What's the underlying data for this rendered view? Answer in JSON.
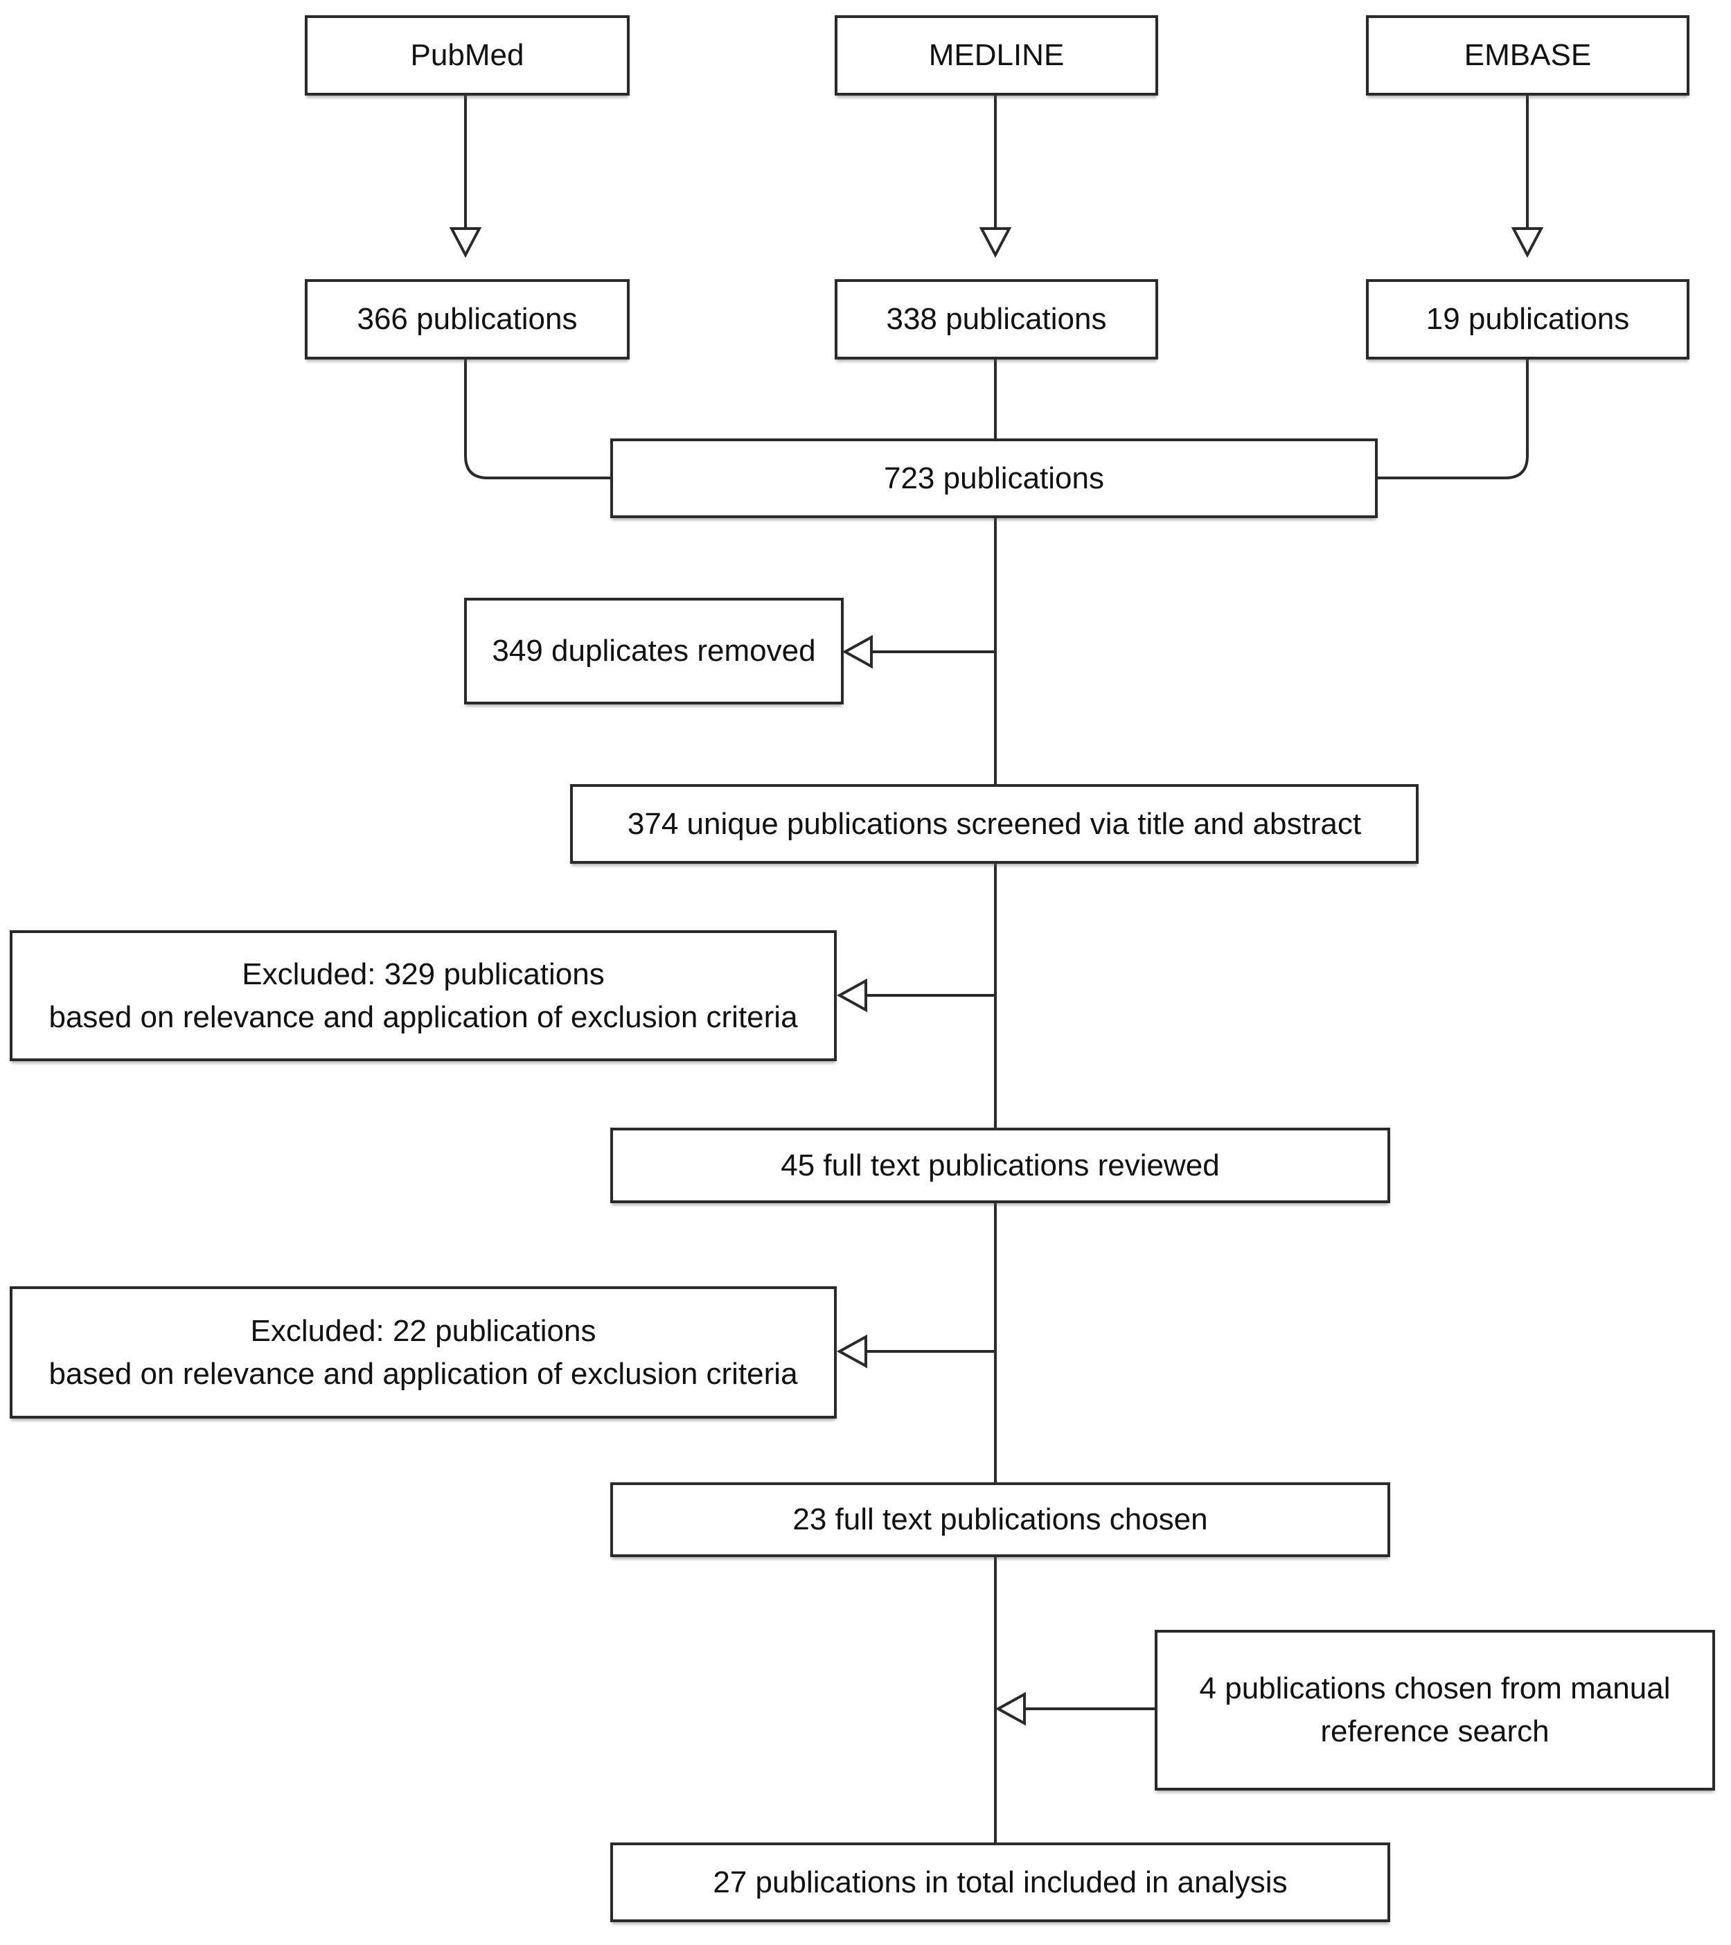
{
  "diagram": {
    "type": "flowchart",
    "colors": {
      "background": "#ffffff",
      "line": "#2a2a2a",
      "box_fill": "#ffffff",
      "text": "#111111"
    },
    "nodes": {
      "pubmed": {
        "label": "PubMed"
      },
      "medline": {
        "label": "MEDLINE"
      },
      "embase": {
        "label": "EMBASE"
      },
      "pubmed_results": {
        "label": "366 publications"
      },
      "medline_results": {
        "label": "338 publications"
      },
      "embase_results": {
        "label": "19 publications"
      },
      "combined": {
        "label": "723 publications"
      },
      "duplicates_removed": {
        "label": "349 duplicates removed"
      },
      "screened": {
        "label": "374 unique publications screened via title and abstract"
      },
      "excluded_screening": {
        "line1": "Excluded: 329 publications",
        "line2": "based on relevance and application of exclusion criteria"
      },
      "full_text_reviewed": {
        "label": "45 full text publications reviewed"
      },
      "excluded_full_text": {
        "line1": "Excluded: 22 publications",
        "line2": "based on relevance and application of exclusion criteria"
      },
      "full_text_chosen": {
        "label": "23 full text publications chosen"
      },
      "manual_reference": {
        "line1": "4 publications chosen from manual",
        "line2": "reference search"
      },
      "total_included": {
        "label": "27 publications in total included in analysis"
      }
    }
  }
}
